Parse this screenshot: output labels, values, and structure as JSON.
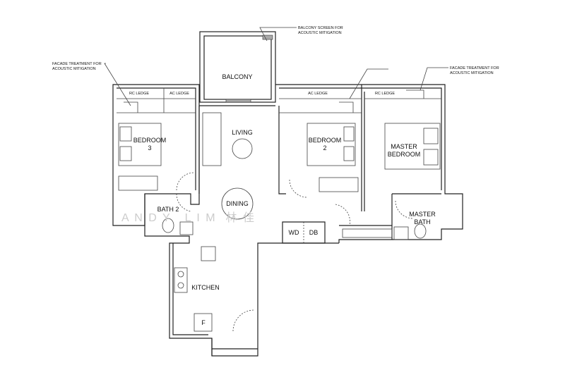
{
  "rooms": {
    "balcony": "BALCONY",
    "living": "LIVING",
    "dining": "DINING",
    "bedroom3": [
      "BEDROOM",
      "3"
    ],
    "bedroom2": [
      "BEDROOM",
      "2"
    ],
    "master_bedroom": [
      "MASTER",
      "BEDROOM"
    ],
    "bath2": "BATH 2",
    "master_bath": [
      "MASTER",
      "BATH"
    ],
    "kitchen": "KITCHEN",
    "wd": "WD",
    "db": "DB",
    "fridge": "F",
    "rc_ledge_left": "RC LEDGE",
    "ac_ledge_left": "AC LEDGE",
    "ac_ledge_right": "AC LEDGE",
    "rc_ledge_right": "RC LEDGE"
  },
  "annotations": {
    "balcony_screen": [
      "BALCONY SCREEN FOR",
      "ACOUSTIC MITIGATION"
    ],
    "facade_left": [
      "FACADE TREATMENT FOR",
      "ACOUSTIC MITIGATION"
    ],
    "facade_right": [
      "FACADE TREATMENT FOR",
      "ACOUSTIC MITIGATION"
    ]
  },
  "watermark": "A N D Y   L I M  林 佳"
}
